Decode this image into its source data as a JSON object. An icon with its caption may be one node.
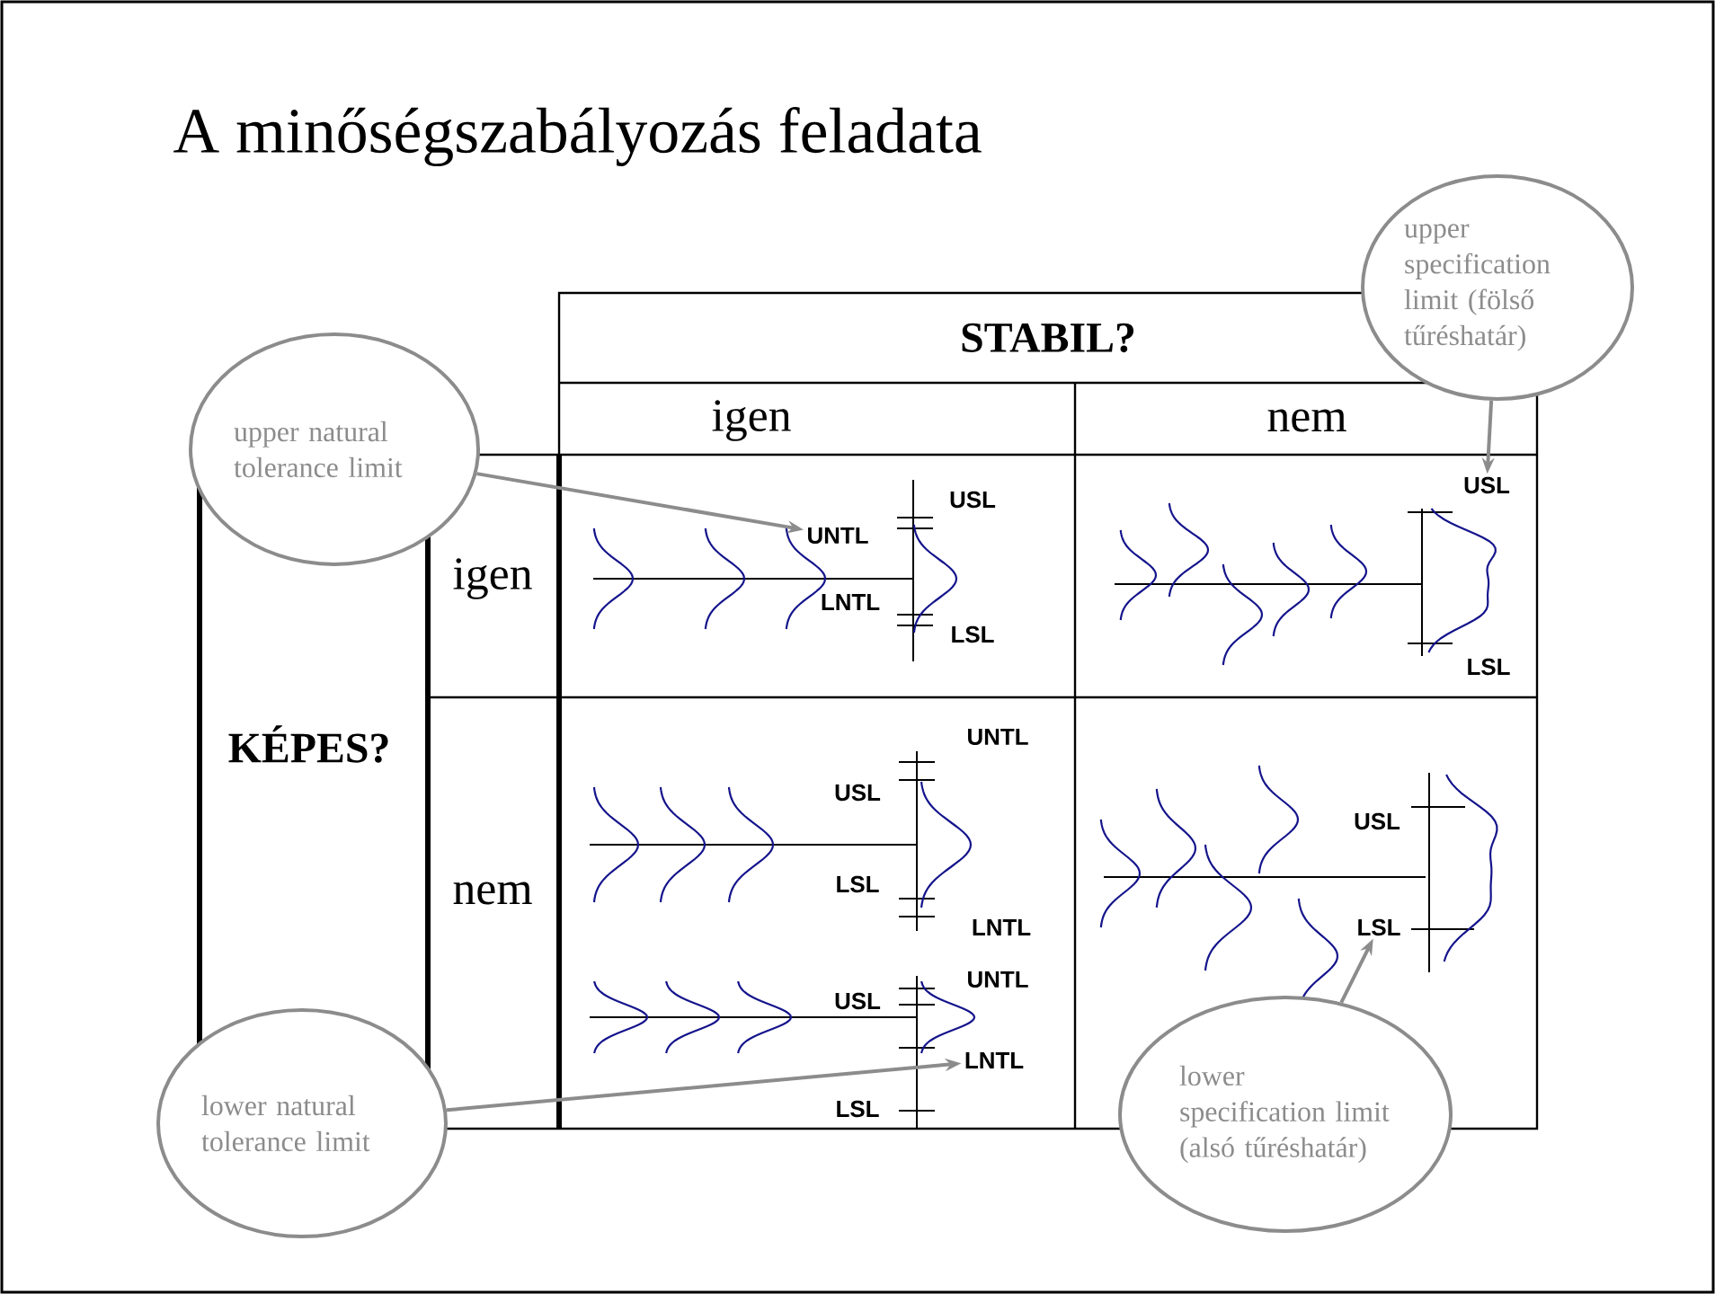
{
  "diagram": {
    "title": "A minőségszabályozás feladata",
    "nodes": [
      {
        "text": [
          "upper natural tolerance limit"
        ]
      },
      {
        "text": [
          "upper specification limit (fölső tűréshatár)"
        ]
      },
      {
        "text": [
          "lower natural tolerance limit"
        ]
      },
      {
        "text": [
          "lower specification limit (alsó tűréshatár)"
        ]
      },
      {
        "text": [
          "UNTL"
        ]
      },
      {
        "text": [
          "USL"
        ]
      },
      {
        "text": [
          "LNTL"
        ]
      },
      {
        "text": [
          "LSL"
        ]
      }
    ],
    "edges": [
      {
        "from": 0,
        "to": 4,
        "arrow": "to"
      },
      {
        "from": 1,
        "to": 5,
        "arrow": "to"
      },
      {
        "from": 2,
        "to": 6,
        "arrow": "to"
      },
      {
        "from": 3,
        "to": 7,
        "arrow": "to"
      }
    ],
    "labels": [
      "STABIL?",
      "igen",
      "nem",
      "KÉPES?",
      "igen",
      "USL",
      "LNTL",
      "LSL",
      "LSL",
      "nem",
      "UNTL",
      "USL",
      "LSL",
      "LNTL",
      "UNTL",
      "USL",
      "LSL",
      "USL"
    ]
  }
}
